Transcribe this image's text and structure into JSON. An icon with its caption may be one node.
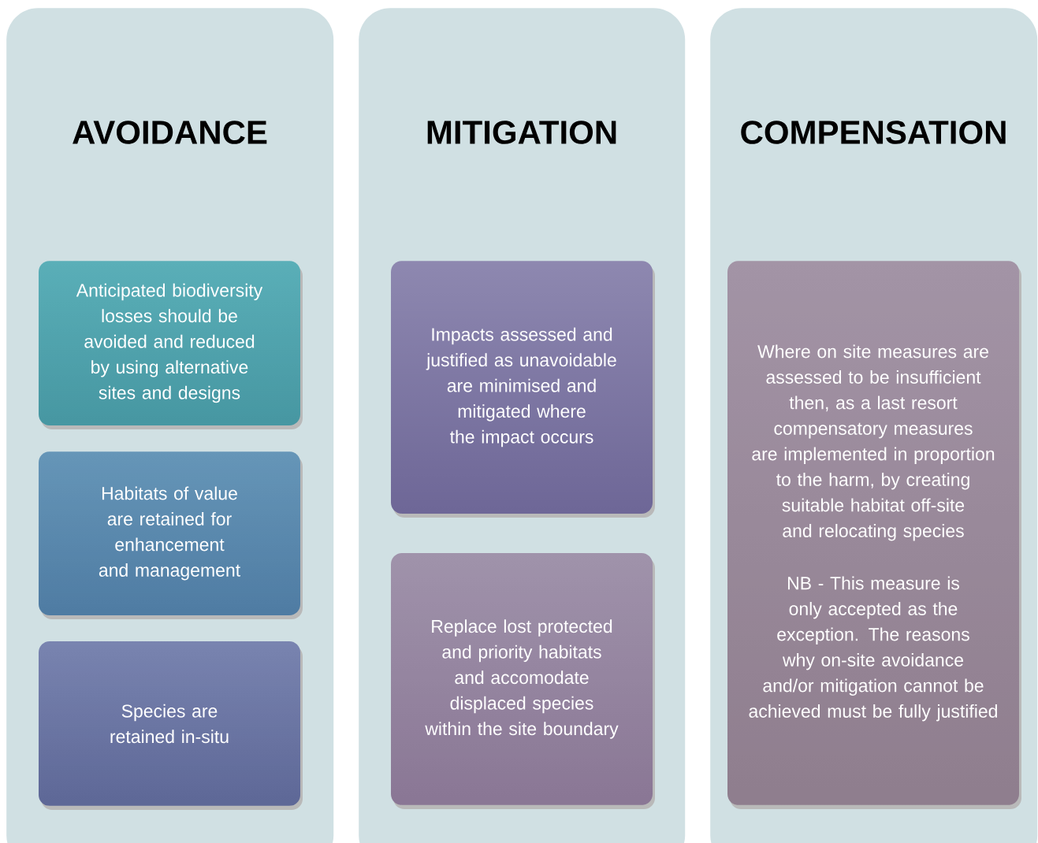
{
  "diagram": {
    "nodes": [
      {
        "text": [
          "AVOIDANCE"
        ]
      },
      {
        "text": [
          "Anticipated biodiversity losses should be avoided and reduced by using alternative sites and designs"
        ],
        "in": 0
      },
      {
        "text": [
          "Habitats of value are retained for enhancement and management"
        ],
        "in": 0
      },
      {
        "text": [
          "Species are retained in-situ"
        ],
        "in": 0
      },
      {
        "text": [
          "MITIGATION"
        ]
      },
      {
        "text": [
          "Impacts assessed and justified as unavoidable are minimised and mitigated where the impact occurs"
        ],
        "in": 4
      },
      {
        "text": [
          "Replace lost protected and priority habitats and accomodate displaced species within the site boundary"
        ],
        "in": 4
      },
      {
        "text": [
          "COMPENSATION"
        ]
      },
      {
        "text": [
          "Where on site measures are assessed to be insufficient then, as a last resort compensatory measures are implemented in proportion to the harm, by creating suitable habitat off-site and relocating species",
          "NB - This measure is only accepted as the exception. The reasons why on-site avoidance and/or mitigation cannot be achieved must be fully justified"
        ],
        "in": 7
      }
    ]
  }
}
